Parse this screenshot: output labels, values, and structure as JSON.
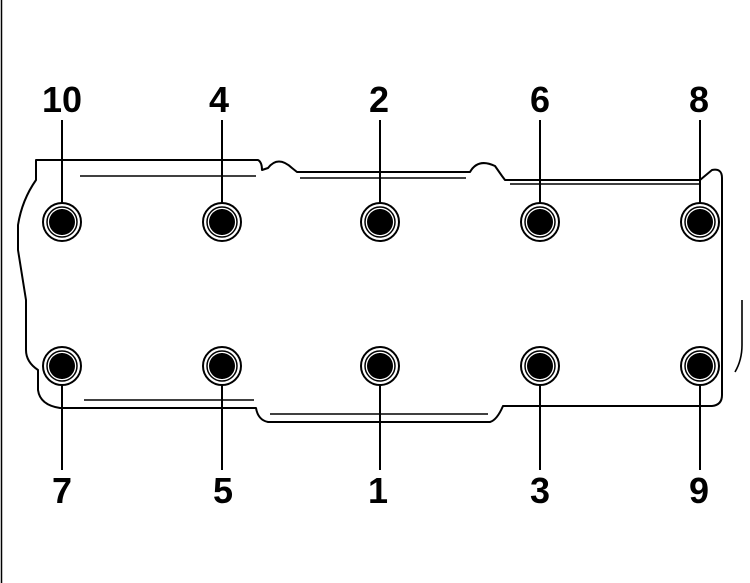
{
  "diagram": {
    "colors": {
      "line": "#000000",
      "background": "#ffffff",
      "bolt_head": "#000000",
      "bolt_ring": "#ffffff"
    },
    "top_labels": [
      "10",
      "4",
      "2",
      "6",
      "8"
    ],
    "bottom_labels": [
      "7",
      "5",
      "1",
      "3",
      "9"
    ]
  }
}
